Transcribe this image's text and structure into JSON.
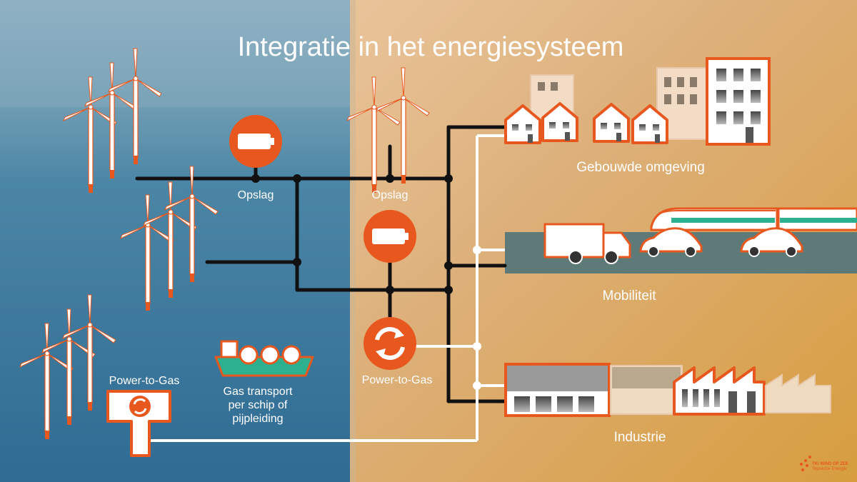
{
  "title": "Integratie in het energiesysteem",
  "labels": {
    "storage_left": "Opslag",
    "storage_mid": "Opslag",
    "p2g_left": "Power-to-Gas",
    "p2g_mid": "Power-to-Gas",
    "gas_transport": [
      "Gas transport",
      "per schip of",
      "pijpleiding"
    ],
    "built_env": "Gebouwde omgeving",
    "mobility": "Mobiliteit",
    "industry": "Industrie"
  },
  "logo": {
    "line1": "TKI WIND OP ZEE",
    "line2": "Topsector Energie"
  },
  "colors": {
    "accent": "#e8581e",
    "sea": "#3f7da0",
    "sand": "#d9a350",
    "line_dark": "#111111",
    "line_light": "#ffffff"
  },
  "icons": [
    "wind-turbine-icon",
    "battery-icon",
    "recycle-icon",
    "house-icon",
    "building-icon",
    "truck-icon",
    "car-icon",
    "train-icon",
    "factory-icon",
    "ship-icon"
  ]
}
